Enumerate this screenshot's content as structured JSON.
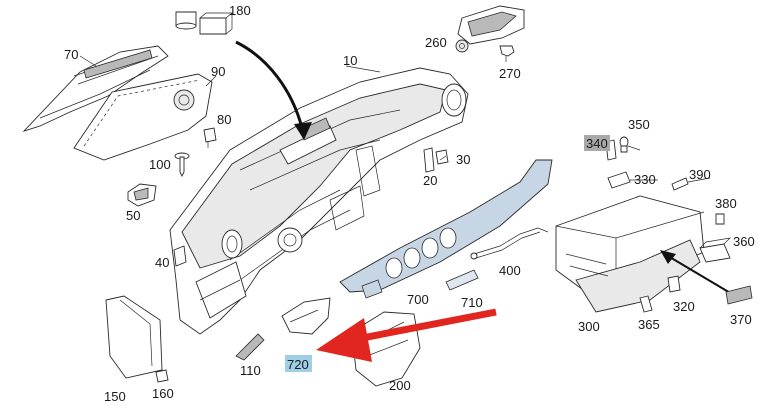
{
  "diagram": {
    "callouts": [
      {
        "key": "c180",
        "text": "180"
      },
      {
        "key": "c70",
        "text": "70"
      },
      {
        "key": "c90",
        "text": "90"
      },
      {
        "key": "c10",
        "text": "10"
      },
      {
        "key": "c260",
        "text": "260"
      },
      {
        "key": "c270",
        "text": "270"
      },
      {
        "key": "c80",
        "text": "80"
      },
      {
        "key": "c100",
        "text": "100"
      },
      {
        "key": "c50",
        "text": "50"
      },
      {
        "key": "c40",
        "text": "40"
      },
      {
        "key": "c30",
        "text": "30"
      },
      {
        "key": "c20",
        "text": "20"
      },
      {
        "key": "c340",
        "text": "340",
        "highlight": "#a9a9a9"
      },
      {
        "key": "c350",
        "text": "350"
      },
      {
        "key": "c330",
        "text": "330"
      },
      {
        "key": "c390",
        "text": "390"
      },
      {
        "key": "c380",
        "text": "380"
      },
      {
        "key": "c360",
        "text": "360"
      },
      {
        "key": "c400",
        "text": "400"
      },
      {
        "key": "c700",
        "text": "700"
      },
      {
        "key": "c710",
        "text": "710"
      },
      {
        "key": "c300",
        "text": "300"
      },
      {
        "key": "c320",
        "text": "320"
      },
      {
        "key": "c365",
        "text": "365"
      },
      {
        "key": "c370",
        "text": "370"
      },
      {
        "key": "c110",
        "text": "110"
      },
      {
        "key": "c720",
        "text": "720",
        "highlight": "#9fcfe6"
      },
      {
        "key": "c200",
        "text": "200"
      },
      {
        "key": "c150",
        "text": "150"
      },
      {
        "key": "c160",
        "text": "160"
      }
    ],
    "colors": {
      "line": "#2a2a2a",
      "trim_fill": "#c7d6e4",
      "red_arrow": "#e0261f",
      "highlight_720": "#9fcfe6",
      "highlight_340": "#a9a9a9"
    }
  }
}
